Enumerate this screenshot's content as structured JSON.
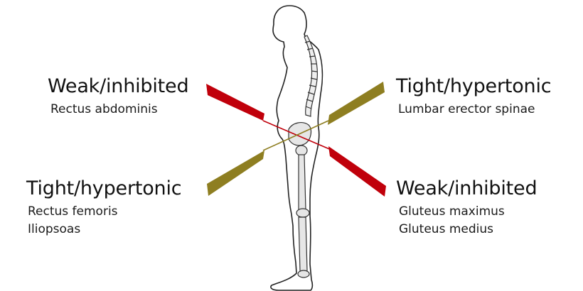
{
  "colors": {
    "weak": "#c0000b",
    "tight": "#8e7e21",
    "outline": "#222222",
    "bone": "#e6e6e6"
  },
  "labels": {
    "upper_left": {
      "title": "Weak/inhibited",
      "items": [
        "Rectus abdominis"
      ]
    },
    "upper_right": {
      "title": "Tight/hypertonic",
      "items": [
        "Lumbar erector spinae"
      ]
    },
    "lower_left": {
      "title": "Tight/hypertonic",
      "items": [
        "Rectus femoris",
        "Iliopsoas"
      ]
    },
    "lower_right": {
      "title": "Weak/inhibited",
      "items": [
        "Gluteus maximus",
        "Gluteus medius"
      ]
    }
  }
}
